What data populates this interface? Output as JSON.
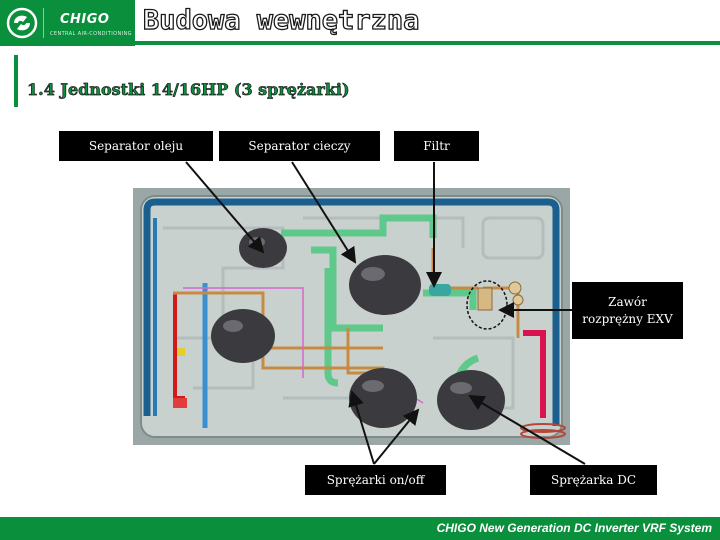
{
  "header": {
    "brand": "CHIGO",
    "brand_subtitle": "CENTRAL AIR-CONDITIONING",
    "title": "Budowa wewnętrzna"
  },
  "subtitle": "1.4  Jednostki 14/16HP  (3 sprężarki)",
  "labels": {
    "oil_separator": "Separator oleju",
    "liquid_separator": "Separator cieczy",
    "filter": "Filtr",
    "expansion_valve": "Zawór rozprężny EXV",
    "compressors_onoff": "Sprężarki on/off",
    "compressor_dc": "Sprężarka DC"
  },
  "footer": {
    "text": "CHIGO New Generation DC Inverter VRF System"
  },
  "colors": {
    "brand_green": "#0a8f3c",
    "pipe_blue": "#1b5f8f",
    "pipe_green": "#5ec98a",
    "pipe_red": "#d8134f",
    "compressor": "#3b3b3f"
  }
}
